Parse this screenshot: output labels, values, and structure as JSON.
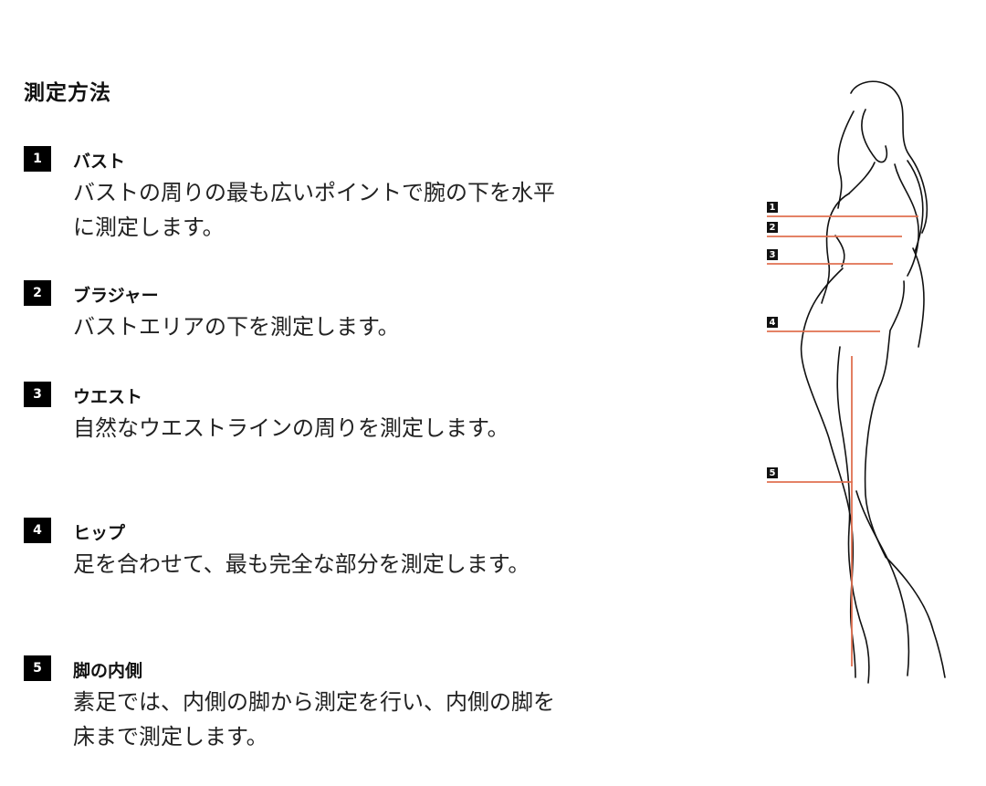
{
  "page": {
    "title": "測定方法"
  },
  "steps": [
    {
      "number": "1",
      "title": "バスト",
      "description": "バストの周りの最も広いポイントで腕の下を水平に測定します。"
    },
    {
      "number": "2",
      "title": "ブラジャー",
      "description": "バストエリアの下を測定します。"
    },
    {
      "number": "3",
      "title": "ウエスト",
      "description": "自然なウエストラインの周りを測定します。"
    },
    {
      "number": "4",
      "title": "ヒップ",
      "description": "足を合わせて、最も完全な部分を測定します。"
    },
    {
      "number": "5",
      "title": "脚の内側",
      "description": "素足では、内側の脚から測定を行い、内側の脚を床まで測定します。"
    }
  ],
  "figure": {
    "markers": [
      "1",
      "2",
      "3",
      "4",
      "5"
    ],
    "line_color": "#e07050",
    "outline_color": "#111111"
  }
}
